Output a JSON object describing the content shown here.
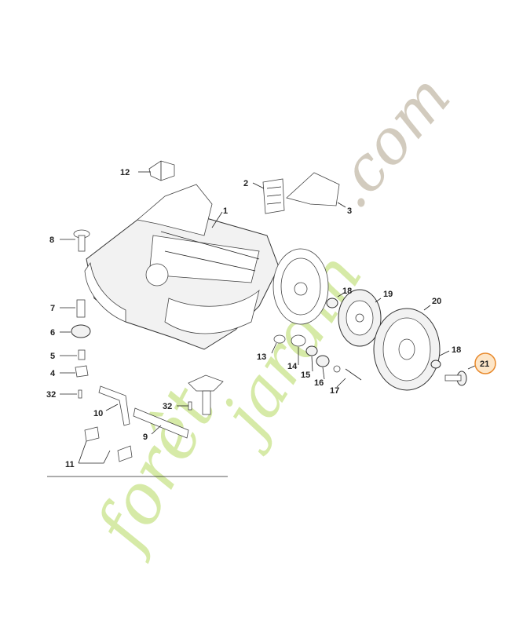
{
  "diagram": {
    "labels": {
      "p1": "1",
      "p2": "2",
      "p3": "3",
      "p4": "4",
      "p5": "5",
      "p6": "6",
      "p7": "7",
      "p8": "8",
      "p9": "9",
      "p10": "10",
      "p11": "11",
      "p12": "12",
      "p13": "13",
      "p14": "14",
      "p15": "15",
      "p16": "16",
      "p17": "17",
      "p18a": "18",
      "p18b": "18",
      "p19": "19",
      "p20": "20",
      "p21": "21",
      "p32a": "32",
      "p32b": "32"
    },
    "highlighted_part": "21",
    "highlight_color": "#e8892b"
  },
  "watermark": {
    "part1": "forêt",
    "part2": "jardin",
    "part3": ".com",
    "colors": {
      "green": "#c9e38a",
      "grey": "#c8bfae"
    }
  }
}
